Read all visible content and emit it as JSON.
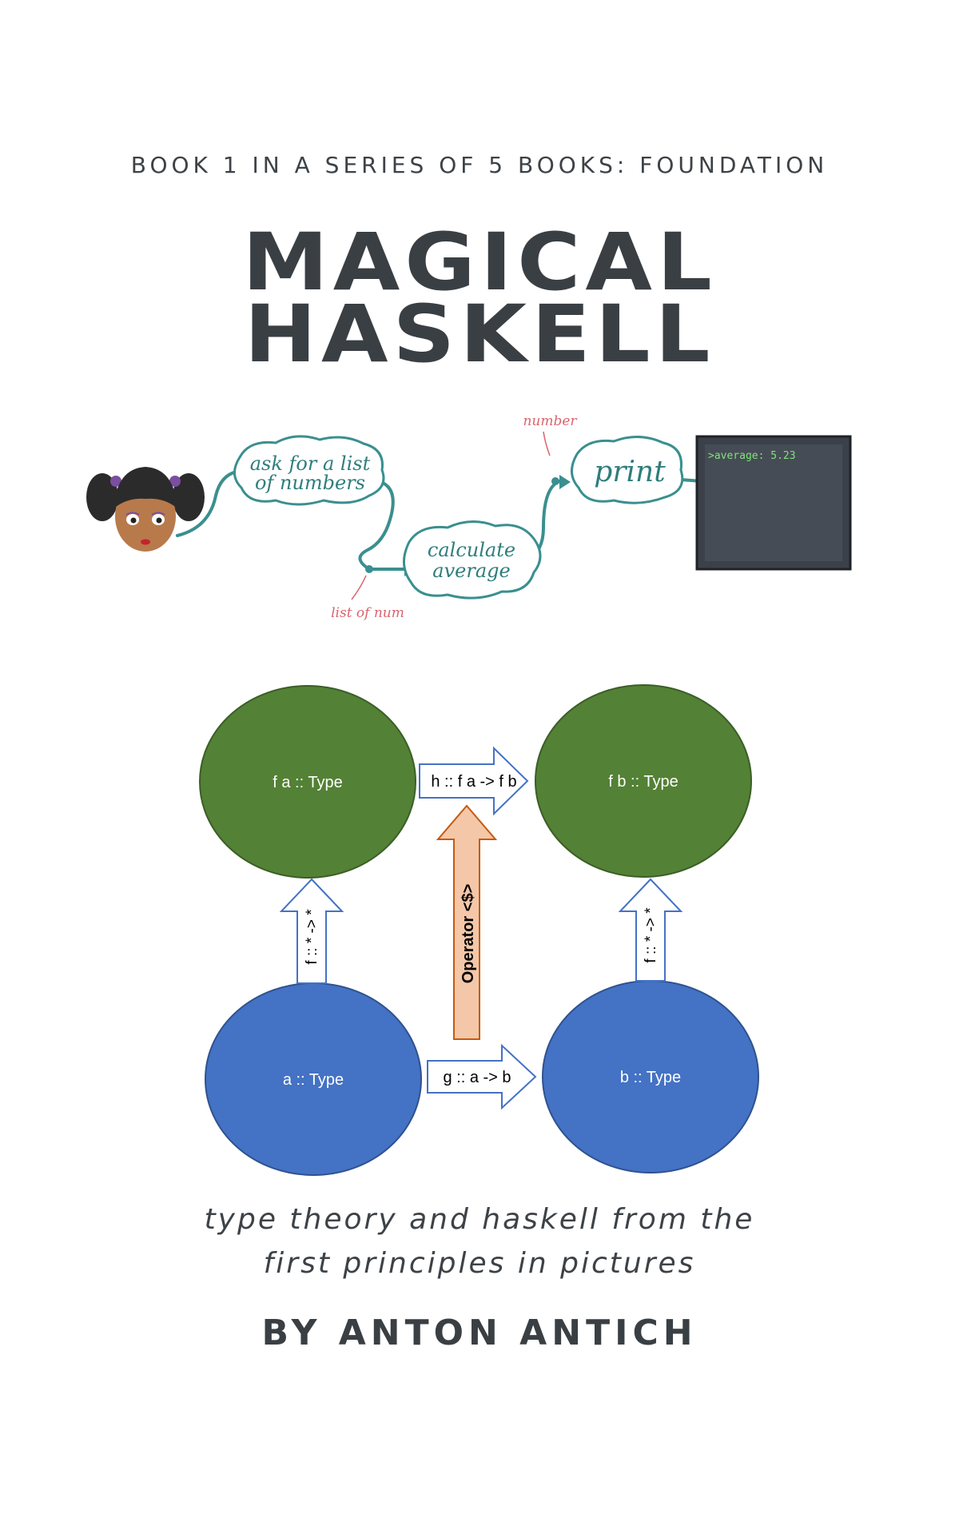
{
  "cover": {
    "series_line": "BOOK 1 IN A SERIES OF 5 BOOKS: FOUNDATION",
    "title_line1": "MAGICAL",
    "title_line2": "HASKELL",
    "subtitle_line1": "type theory and haskell from the",
    "subtitle_line2": "first principles in pictures",
    "author": "BY ANTON ANTICH"
  },
  "illustration": {
    "step1_line1": "ask for a list",
    "step1_line2": "of numbers",
    "step2_line1": "calculate",
    "step2_line2": "average",
    "step3": "print",
    "annot_list": "list of num",
    "annot_number": "number",
    "terminal_output": ">average: 5.23"
  },
  "diagram": {
    "fa": "f a :: Type",
    "fb": "f b :: Type",
    "a": "a :: Type",
    "b": "b :: Type",
    "h_arrow": "h :: f a -> f b",
    "g_arrow": "g :: a -> b",
    "f_left": "f :: * -> *",
    "f_right": "f :: * -> *",
    "operator": "Operator <$>"
  },
  "colors": {
    "green": "#538135",
    "blue": "#4472c4",
    "peach": "#f4c7a8",
    "teal": "#3a8f8f",
    "annotation_red": "#d9646e",
    "terminal": "#3b4049"
  }
}
